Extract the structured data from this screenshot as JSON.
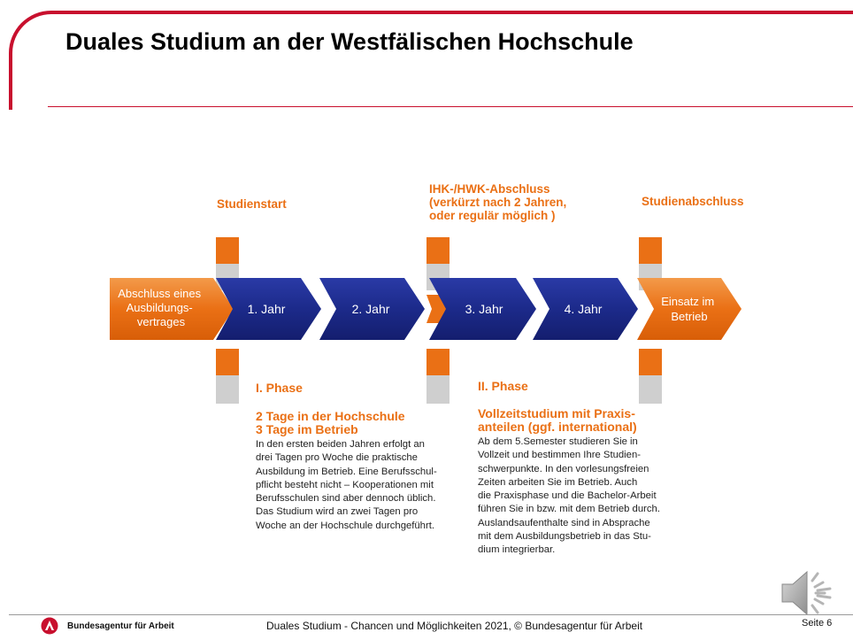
{
  "slide": {
    "title": "Duales Studium an der Westfälischen Hochschule"
  },
  "diagram": {
    "milestones": {
      "start": "Studienstart",
      "ihk": [
        "IHK-/HWK-Abschluss",
        "(verkürzt nach 2 Jahren,",
        "oder regulär möglich )"
      ],
      "end": "Studienabschluss"
    },
    "steps": {
      "contract": [
        "Abschluss eines",
        "Ausbildungs-",
        "vertrages"
      ],
      "year1": "1. Jahr",
      "year2": "2. Jahr",
      "year3": "3. Jahr",
      "year4": "4. Jahr",
      "placement": [
        "Einsatz im",
        "Betrieb"
      ]
    },
    "phase1": {
      "title": "I. Phase",
      "subtitle": [
        "2 Tage in der Hochschule",
        "3 Tage im Betrieb"
      ],
      "text": [
        "In den ersten beiden Jahren erfolgt an",
        "drei Tagen pro Woche die praktische",
        "Ausbildung im Betrieb. Eine Berufsschul-",
        "pflicht besteht nicht – Kooperationen mit",
        "Berufsschulen sind aber dennoch üblich.",
        "Das Studium wird an zwei Tagen pro",
        "Woche an der Hochschule durchgeführt."
      ]
    },
    "phase2": {
      "title": "II. Phase",
      "subtitle": [
        "Vollzeitstudium mit Praxis-",
        "anteilen (ggf. international)"
      ],
      "text": [
        "Ab dem 5.Semester studieren Sie in",
        "Vollzeit und bestimmen Ihre Studien-",
        "schwerpunkte. In den vorlesungsfreien",
        "Zeiten arbeiten Sie im Betrieb. Auch",
        "die Praxisphase und die Bachelor-Arbeit",
        "führen Sie in bzw. mit dem Betrieb durch.",
        "Auslandsaufenthalte sind in Absprache",
        "mit dem Ausbildungsbetrieb in das Stu-",
        "dium integrierbar."
      ]
    }
  },
  "colors": {
    "brand_red": "#c8102e",
    "orange": "#ea7015",
    "navy": "#1c2a8a",
    "grey": "#cfcfcf"
  },
  "footer": {
    "brand": "Bundesagentur für Arbeit",
    "center": "Duales Studium - Chancen und Möglichkeiten 2021, © Bundesagentur für Arbeit",
    "page": "Seite 6"
  },
  "icons": {
    "logo": "ba-logo-icon",
    "audio": "speaker-icon"
  }
}
